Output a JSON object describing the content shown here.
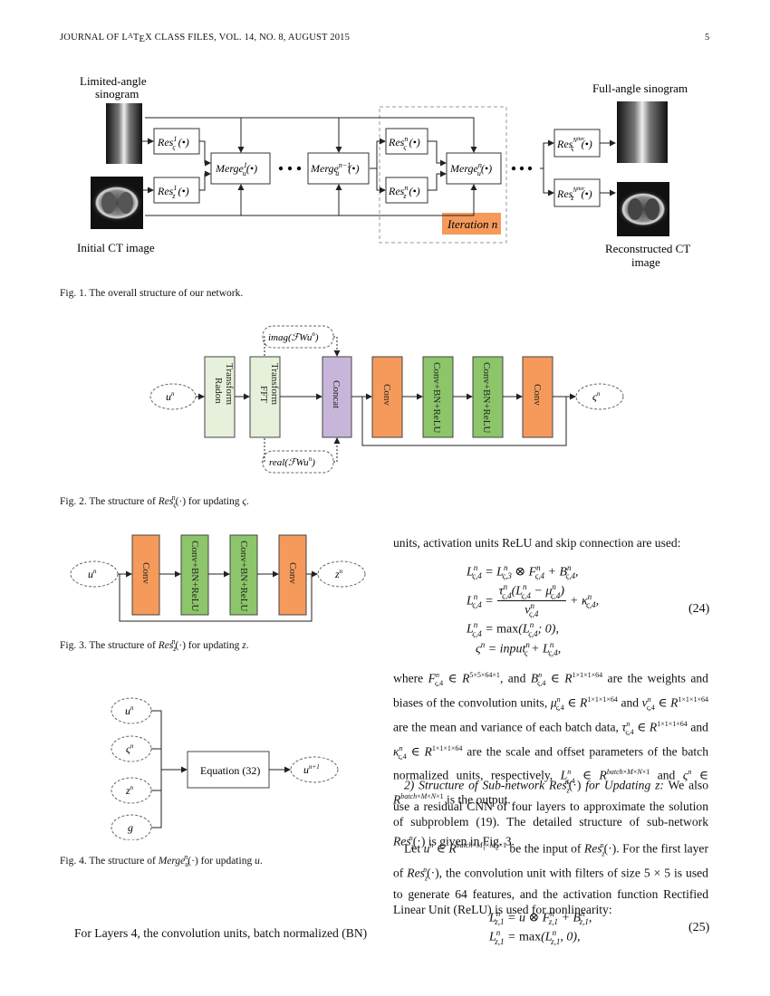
{
  "header": {
    "journal": "JOURNAL OF LATEX CLASS FILES, VOL. 14, NO. 8, AUGUST 2015",
    "page": "5"
  },
  "fig1": {
    "label_limited": "Limited-angle sinogram",
    "label_initial": "Initial CT image",
    "label_full": "Full-angle sinogram",
    "label_reconstructed": "Reconstructed CT image",
    "iteration": "Iteration n",
    "caption": "Fig. 1.  The overall structure of our network."
  },
  "fig2": {
    "radon": "Radon Transform",
    "fft": "FFT Transform",
    "concat": "Concat",
    "conv": "Conv",
    "convbn": "Conv+BN+ReLU",
    "imag": "imag(ℱWuⁿ)",
    "real": "real(ℱWuⁿ)",
    "caption": "Fig. 2.  The structure of Resςⁿ(·) for updating ς."
  },
  "fig3": {
    "caption": "Fig. 3.  The structure of Reszⁿ(·) for updating z."
  },
  "fig4": {
    "equation": "Equation (32)",
    "g": "g",
    "caption": "Fig. 4.  The structure of Mergeuⁿ(·) for updating u."
  },
  "left_text": "For Layers 4, the convolution units, batch normalized (BN)",
  "right": {
    "intro": "units, activation units ReLU and skip connection are used:",
    "eq24": "(24)",
    "para1": "where Fₙς,4 ∈ R5×5×64×1, and Bₙς,4 ∈ R1×1×1×64 are the weights and biases of the convolution units, μₙς,4 ∈ R1×1×1×64 and νₙς,4 ∈ R1×1×1×64 are the mean and variance of each batch data, τₙς,4 ∈ R1×1×1×64 and κₙς,4 ∈ R1×1×1×64 are the scale and offset parameters of the batch normalized units, respectively, Lₙς,4 ∈ Rbatch×M×N×1 and ςⁿ ∈ Rbatch×M×N×1 is the output.",
    "heading2": "2) Structure of Sub-network Reszⁿ(·) for Updating z:",
    "para2": "We also use a residual CNN of four layers to approximate the solution of subproblem (19). The detailed structure of sub-network Reszⁿ(·) is given in Fig. 3.",
    "para3": "Let uⁿ ∈ Rbatch×M1×M2×1 be the input of Reszⁿ(·). For the first layer of Reszⁿ(·), the convolution unit with filters of size 5 × 5 is used to generate 64 features, and the activation function Rectified Linear Unit (ReLU) is used for nonlinearity:",
    "eq25": "(25)"
  },
  "colors": {
    "orange": "#F59A5B",
    "green": "#8DC56A",
    "purple": "#C8B6DA",
    "lightgreen": "#E6F0DA",
    "iter": "#F59A5B"
  }
}
